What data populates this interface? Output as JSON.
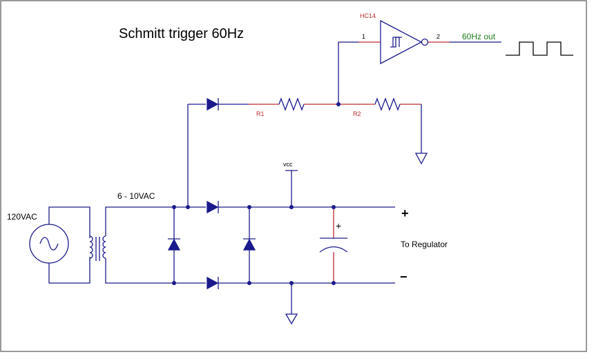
{
  "title": "Schmitt trigger 60Hz",
  "labels": {
    "source_voltage": "120VAC",
    "secondary_voltage": "6 - 10VAC",
    "r1": "R1",
    "r2": "R2",
    "vcc": "vcc",
    "ic_name": "HC14",
    "pin_in": "1",
    "pin_out": "2",
    "output": "60Hz out",
    "plus": "+",
    "cap_plus": "+",
    "minus": "−",
    "to_regulator": "To Regulator"
  },
  "colors": {
    "wire": "#1a1a8c",
    "lead": "#c0282d",
    "output_text": "#1e7a1e"
  },
  "icons": [
    "ac-source-icon",
    "transformer-icon",
    "diode-icon",
    "resistor-icon",
    "schmitt-inverter-icon",
    "capacitor-icon",
    "ground-icon",
    "square-wave-icon"
  ]
}
